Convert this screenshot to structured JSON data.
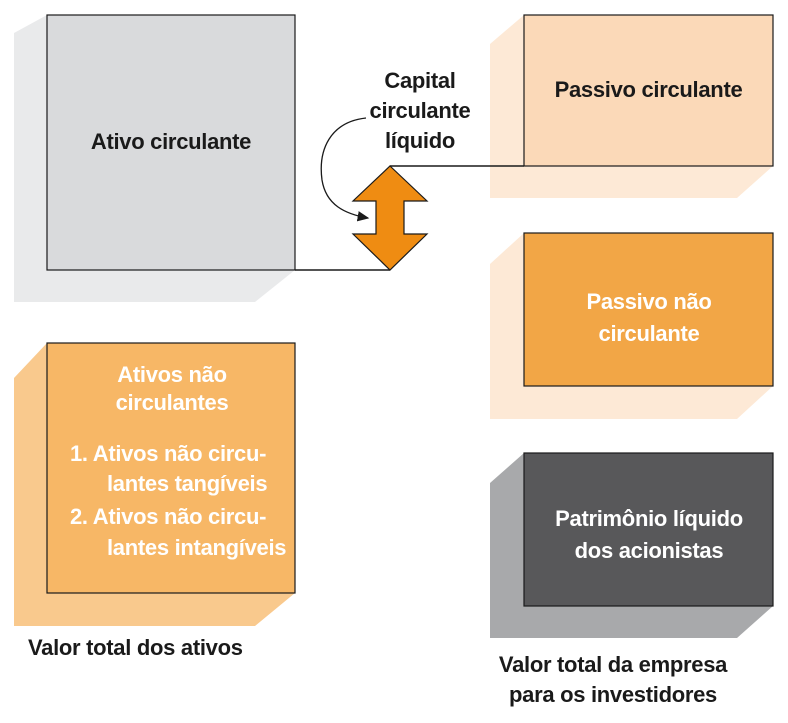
{
  "colors": {
    "gray_box": "#d9dadc",
    "gray_side": "#e9eaeb",
    "peach_box": "#fbd9b8",
    "peach_side": "#fde9d6",
    "orange_box": "#f2a646",
    "orange_light_box": "#f7b766",
    "orange_side": "#f9c98d",
    "dark_box": "#58585a",
    "dark_side": "#a8a9ab",
    "arrow": "#ef8c12"
  },
  "assets": {
    "current_assets": "Ativo circulante",
    "non_current_assets_title": "Ativos não circulantes",
    "non_current_assets_line1": "1. Ativos não circu-",
    "non_current_assets_line2": "lantes tangíveis",
    "non_current_assets_line3": "2. Ativos não circu-",
    "non_current_assets_line4": "lantes intangíveis",
    "caption": "Valor total dos ativos"
  },
  "liabilities": {
    "current_liabilities": "Passivo circulante",
    "non_current_liabilities": "Passivo não circulante",
    "equity": "Patrimônio líquido dos acionistas",
    "caption": "Valor total da empresa para os investidores"
  },
  "working_capital": {
    "label": "Capital circulante líquido"
  }
}
